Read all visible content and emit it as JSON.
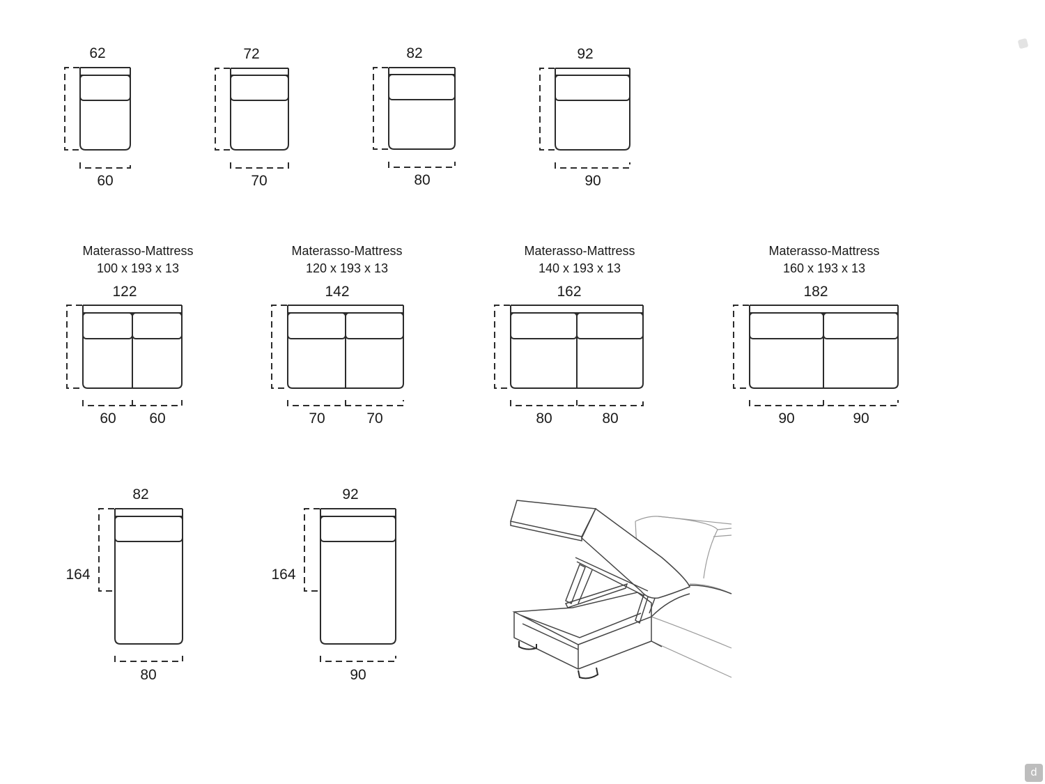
{
  "modules_row1": [
    {
      "top": "62",
      "bottom": "60"
    },
    {
      "top": "72",
      "bottom": "70"
    },
    {
      "top": "82",
      "bottom": "80"
    },
    {
      "top": "92",
      "bottom": "90"
    }
  ],
  "modules_row2": [
    {
      "caption": "Materasso-Mattress",
      "size": "100 x 193 x 13",
      "top": "122",
      "left_bottom": "60",
      "right_bottom": "60"
    },
    {
      "caption": "Materasso-Mattress",
      "size": "120 x 193 x 13",
      "top": "142",
      "left_bottom": "70",
      "right_bottom": "70"
    },
    {
      "caption": "Materasso-Mattress",
      "size": "140 x 193 x 13",
      "top": "162",
      "left_bottom": "80",
      "right_bottom": "80"
    },
    {
      "caption": "Materasso-Mattress",
      "size": "160 x 193 x 13",
      "top": "182",
      "left_bottom": "90",
      "right_bottom": "90"
    }
  ],
  "modules_row3": [
    {
      "top": "82",
      "side": "164",
      "bottom": "80"
    },
    {
      "top": "92",
      "side": "164",
      "bottom": "90"
    }
  ],
  "illustration": {
    "icon": "storage-chaise-illustration"
  },
  "brand": {
    "icon": "brand-logo-icon",
    "glyph": "d"
  }
}
